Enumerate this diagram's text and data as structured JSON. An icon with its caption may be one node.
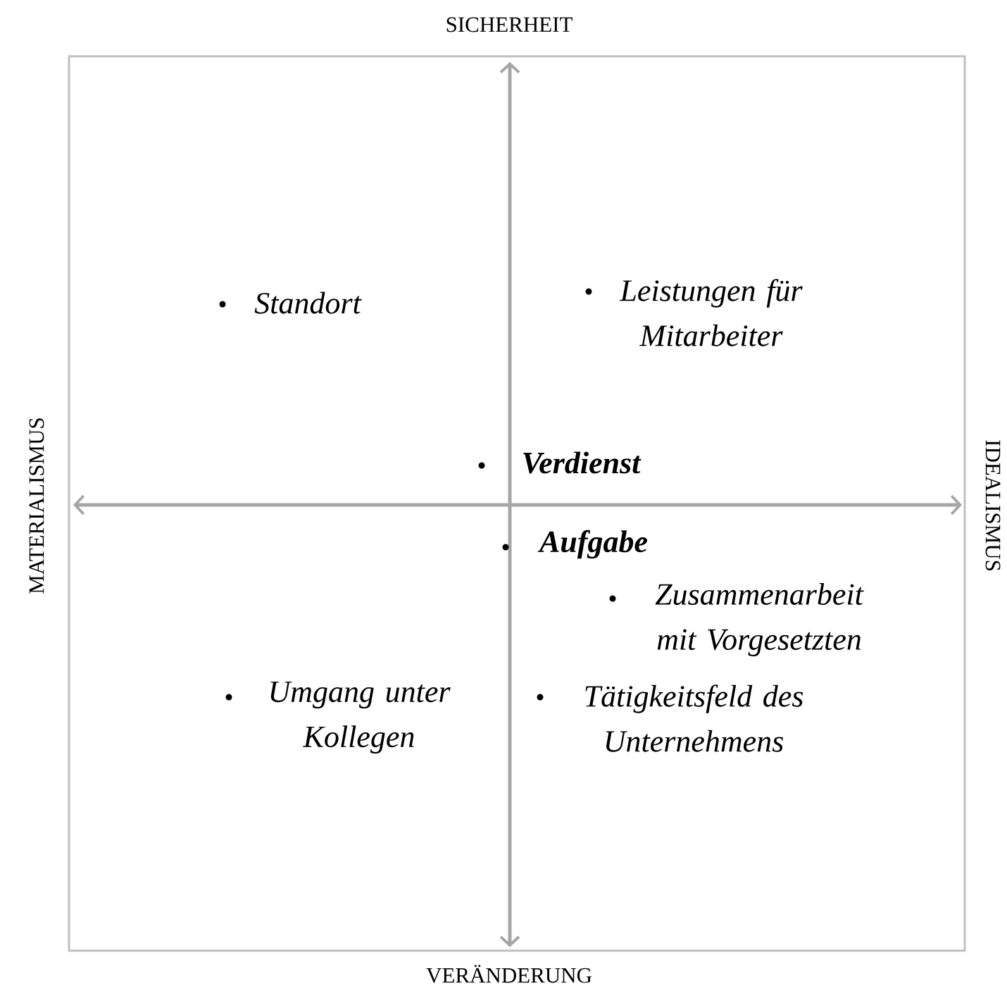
{
  "diagram": {
    "labels": [
      "SICHERHEIT",
      "MATERIALISMUS",
      "IDEALISMUS",
      "VERÄNDERUNG",
      "Standort",
      "Leistungen für Mitarbeiter",
      "Verdienst",
      "Aufgabe",
      "Zusammenarbeit mit Vorgesetzten",
      "Umgang unter Kollegen",
      "Tätigkeitsfeld des Unternehmens"
    ]
  }
}
